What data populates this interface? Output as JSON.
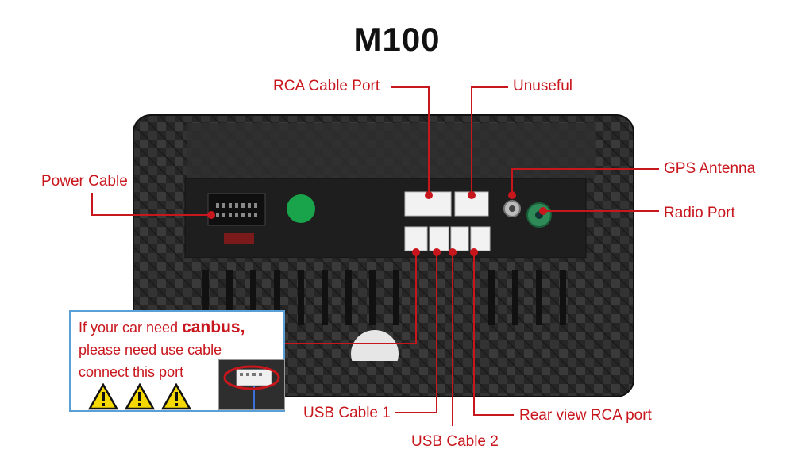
{
  "title": "M100",
  "labels": {
    "rca_cable_port": "RCA Cable Port",
    "unuseful": "Unuseful",
    "power_cable": "Power Cable",
    "gps_antenna": "GPS Antenna",
    "radio_port": "Radio Port",
    "usb_cable_1": "USB Cable 1",
    "usb_cable_2": "USB Cable 2",
    "rear_view_rca_port": "Rear view RCA port"
  },
  "note": {
    "line1_prefix": "If your car need ",
    "line1_bold": "canbus,",
    "line2": "please need use cable",
    "line3": "connect this port"
  },
  "colors": {
    "accent": "#c8161d",
    "panel": "#2a2a2a",
    "note_border": "#5aa0d8",
    "warning": "#f5d800"
  },
  "icons": [
    "warning-icon",
    "warning-icon",
    "warning-icon"
  ]
}
